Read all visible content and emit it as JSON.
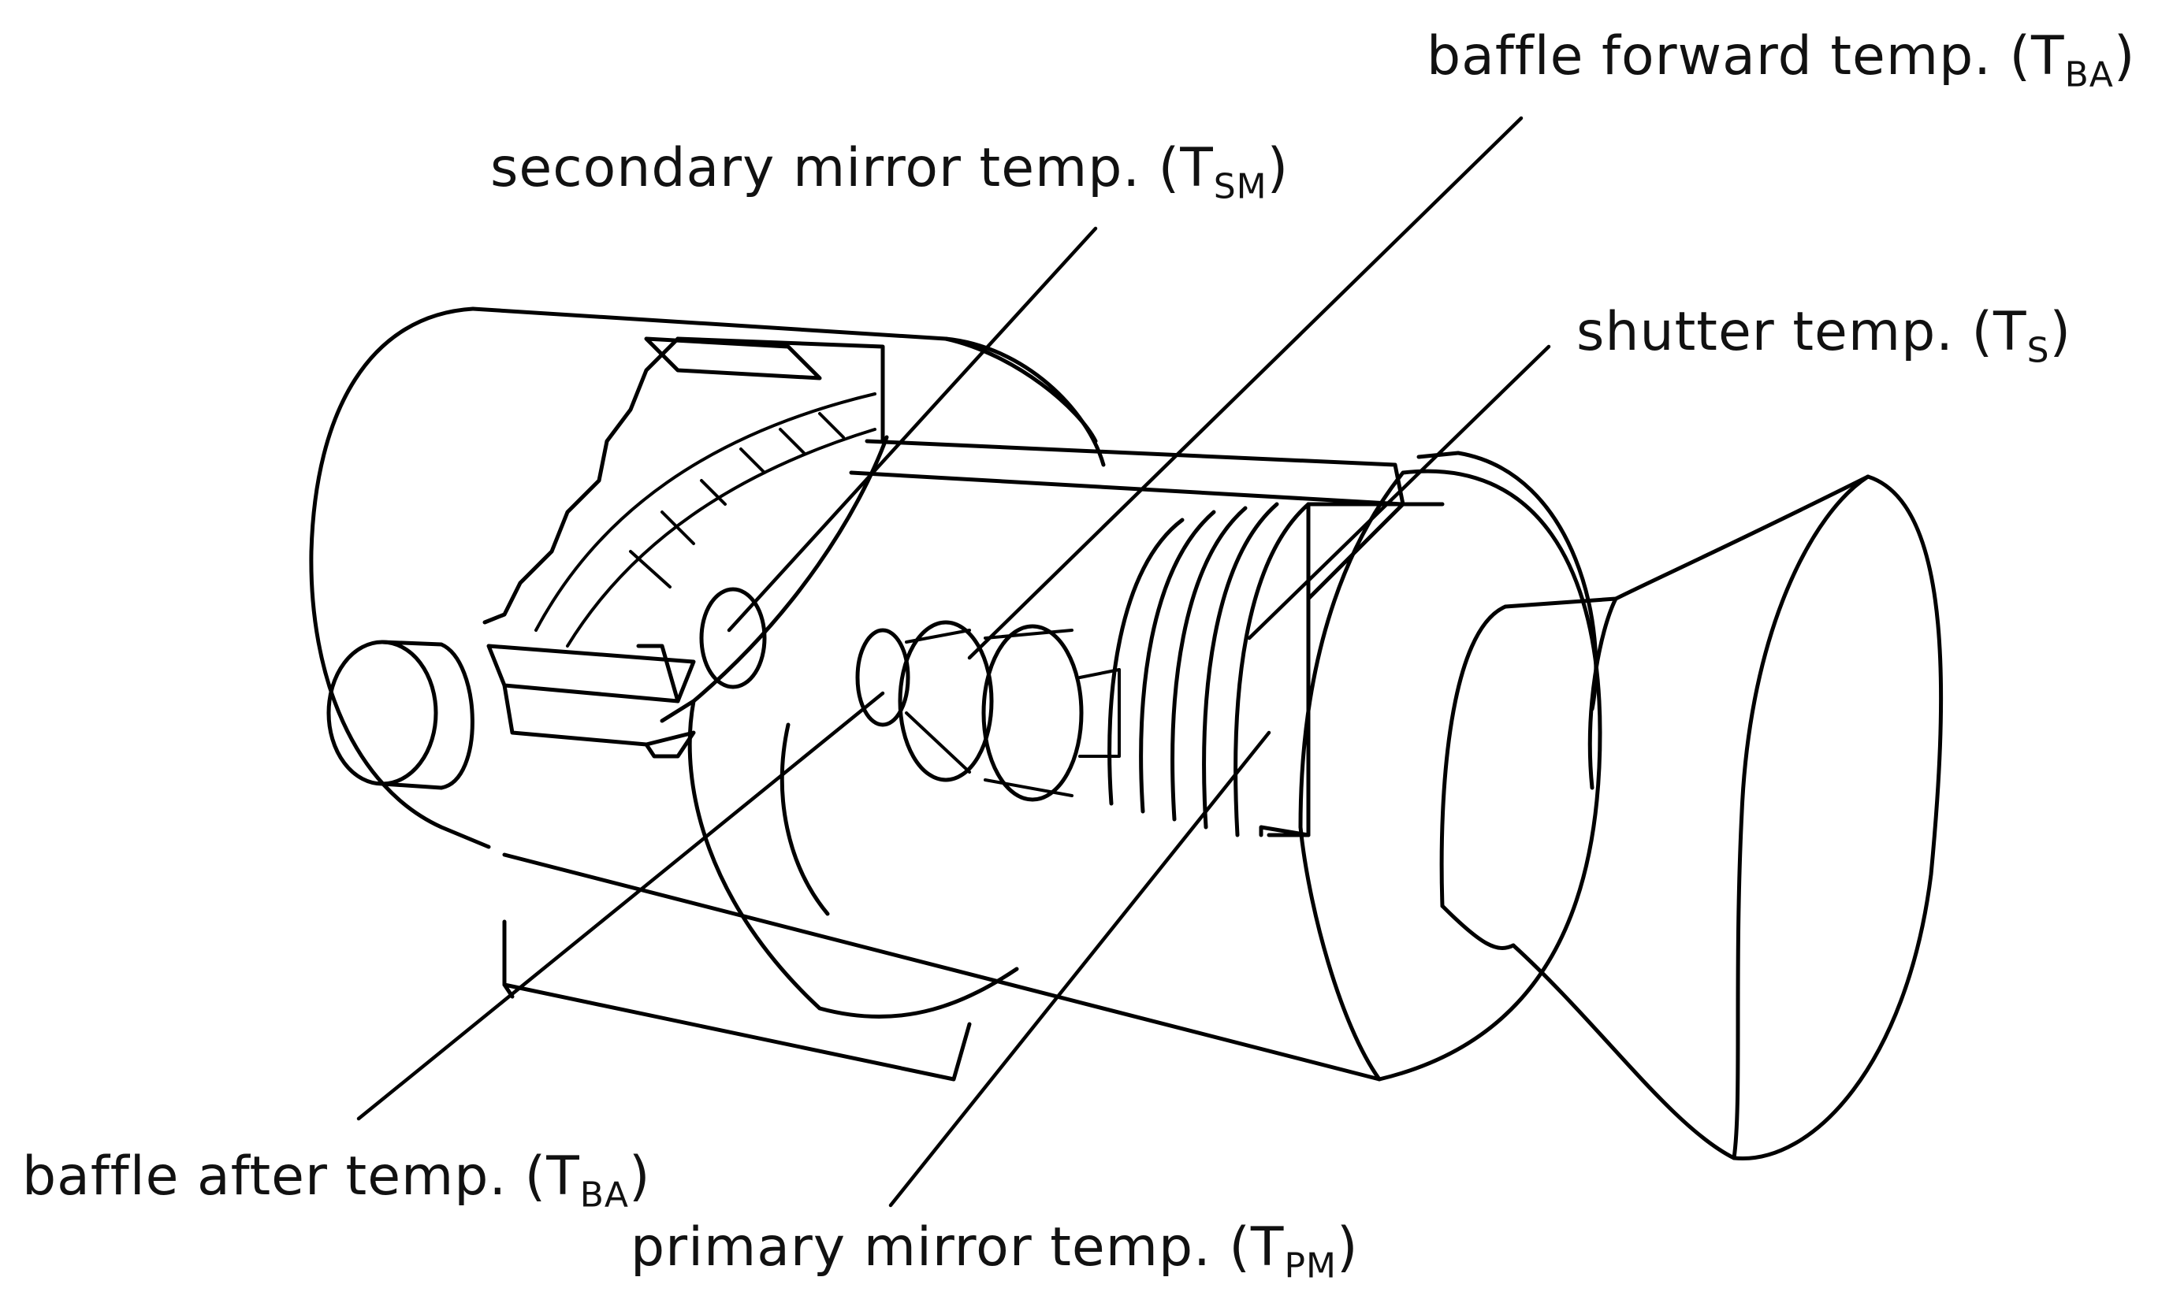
{
  "labels": {
    "baffle_forward": {
      "text": "baffle forward temp. (T",
      "sub": "BA",
      "close": ")"
    },
    "secondary_mirror": {
      "text": "secondary mirror temp. (T",
      "sub": "SM",
      "close": ")"
    },
    "shutter": {
      "text": "shutter temp. (T",
      "sub": "S",
      "close": ")"
    },
    "baffle_after": {
      "text": "baffle after temp. (T",
      "sub": "BA",
      "close": ")"
    },
    "primary_mirror": {
      "text": "primary mirror temp. (T",
      "sub": "PM",
      "close": ")"
    }
  }
}
